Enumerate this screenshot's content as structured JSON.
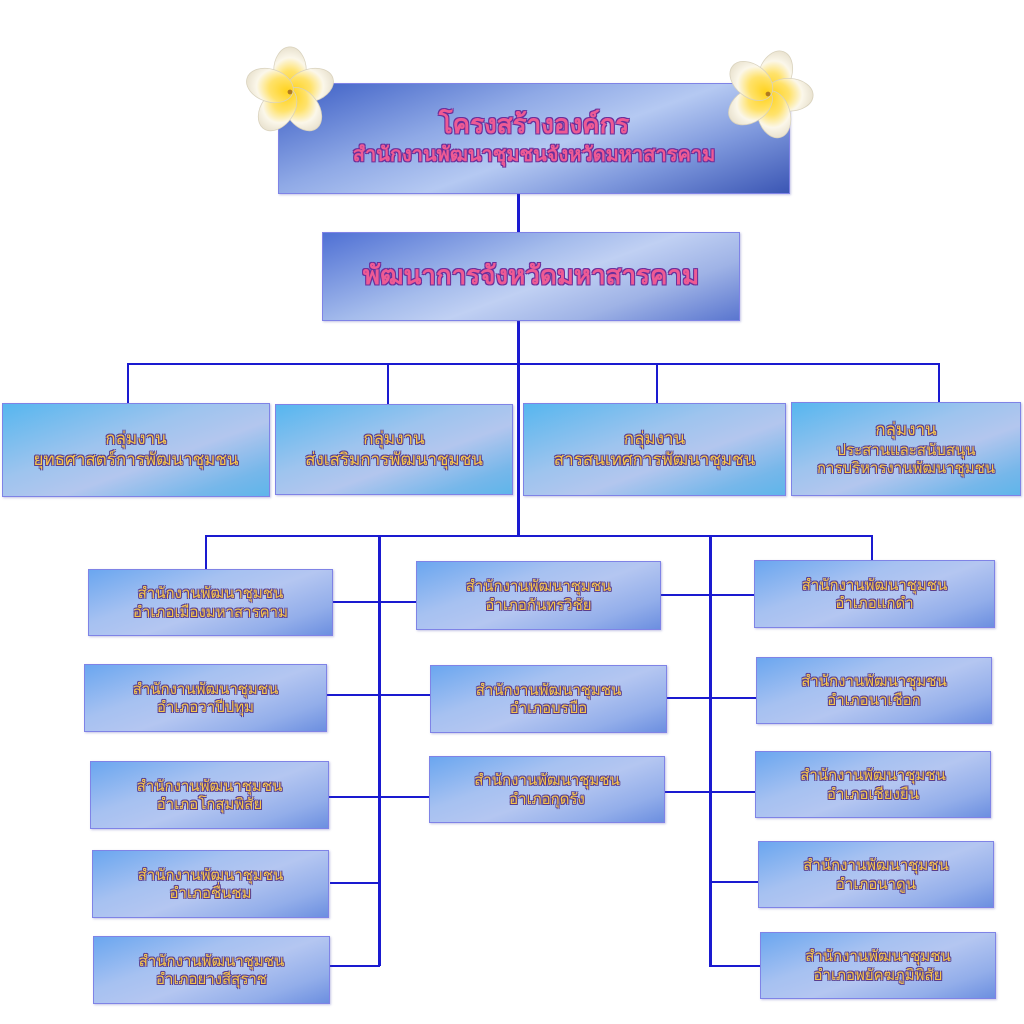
{
  "header": {
    "title": "โครงสร้างองค์กร",
    "subtitle": "สำนักงานพัฒนาชุมชนจังหวัดมหาสารคาม",
    "decoration_icon": "frangipani-flower-icon"
  },
  "head_position": {
    "label": "พัฒนาการจังหวัดมหาสารคาม"
  },
  "groups": [
    {
      "line1": "กลุ่มงาน",
      "line2": "ยุทธศาสตร์การพัฒนาชุมชน"
    },
    {
      "line1": "กลุ่มงาน",
      "line2": "ส่งเสริมการพัฒนาชุมชน"
    },
    {
      "line1": "กลุ่มงาน",
      "line2": "สารสนเทศการพัฒนาชุมชน"
    },
    {
      "line1": "กลุ่มงาน",
      "line2": "ประสานและสนับสนุน",
      "line3": "การบริหารงานพัฒนาชุมชน"
    }
  ],
  "districts": [
    {
      "line1": "สำนักงานพัฒนาชุมชน",
      "line2": "อำเภอเมืองมหาสารคาม"
    },
    {
      "line1": "สำนักงานพัฒนาชุมชน",
      "line2": "อำเภอวาปีปทุม"
    },
    {
      "line1": "สำนักงานพัฒนาชุมชน",
      "line2": "อำเภอโกสุมพิสัย"
    },
    {
      "line1": "สำนักงานพัฒนาชุมชน",
      "line2": "อำเภอชื่นชม"
    },
    {
      "line1": "สำนักงานพัฒนาชุมชน",
      "line2": "อำเภอยางสีสุราช"
    },
    {
      "line1": "สำนักงานพัฒนาชุมชน",
      "line2": "อำเภอกันทรวิชัย"
    },
    {
      "line1": "สำนักงานพัฒนาชุมชน",
      "line2": "อำเภอบรบือ"
    },
    {
      "line1": "สำนักงานพัฒนาชุมชน",
      "line2": "อำเภอกุดรัง"
    },
    {
      "line1": "สำนักงานพัฒนาชุมชน",
      "line2": "อำเภอแกดำ"
    },
    {
      "line1": "สำนักงานพัฒนาชุมชน",
      "line2": "อำเภอนาเชือก"
    },
    {
      "line1": "สำนักงานพัฒนาชุมชน",
      "line2": "อำเภอเชียงยืน"
    },
    {
      "line1": "สำนักงานพัฒนาชุมชน",
      "line2": "อำเภอนาดูน"
    },
    {
      "line1": "สำนักงานพัฒนาชุมชน",
      "line2": "อำเภอพยัคฆภูมิพิสัย"
    }
  ],
  "colors": {
    "connector": "#1a1ad0",
    "title_text": "#ee5a94",
    "box_text": "#f8c64a",
    "text_outline": "#5a3d8c"
  }
}
